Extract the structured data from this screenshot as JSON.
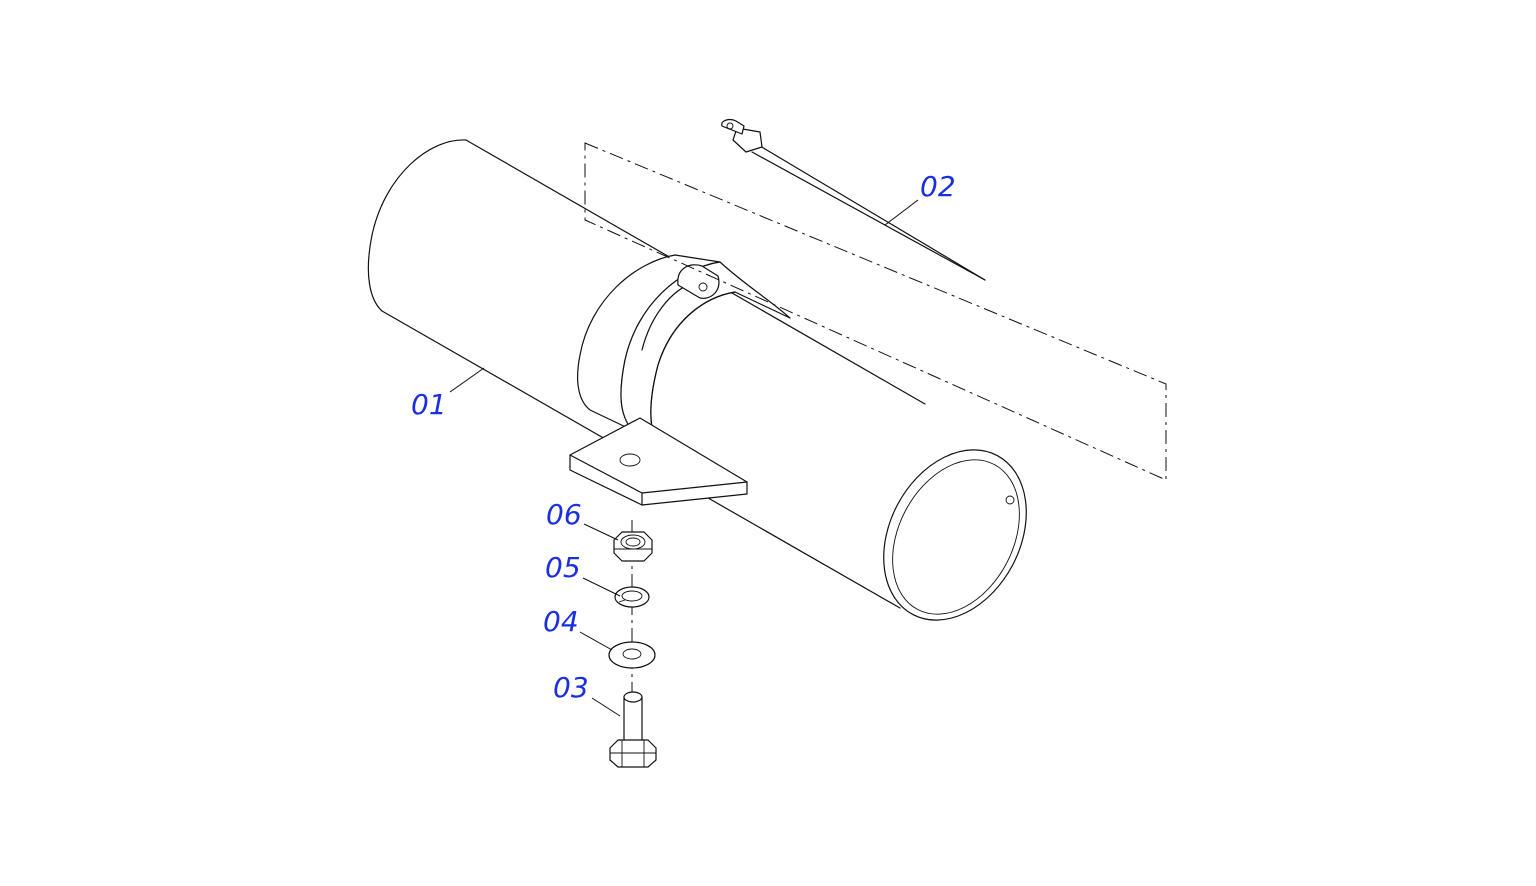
{
  "diagram": {
    "type": "exploded-parts-view",
    "colors": {
      "callout_text": "#1a2fe0",
      "linework": "#111111",
      "background": "#ffffff"
    },
    "callouts": [
      {
        "id": "01",
        "label": "01"
      },
      {
        "id": "02",
        "label": "02"
      },
      {
        "id": "03",
        "label": "03"
      },
      {
        "id": "04",
        "label": "04"
      },
      {
        "id": "05",
        "label": "05"
      },
      {
        "id": "06",
        "label": "06"
      }
    ]
  }
}
